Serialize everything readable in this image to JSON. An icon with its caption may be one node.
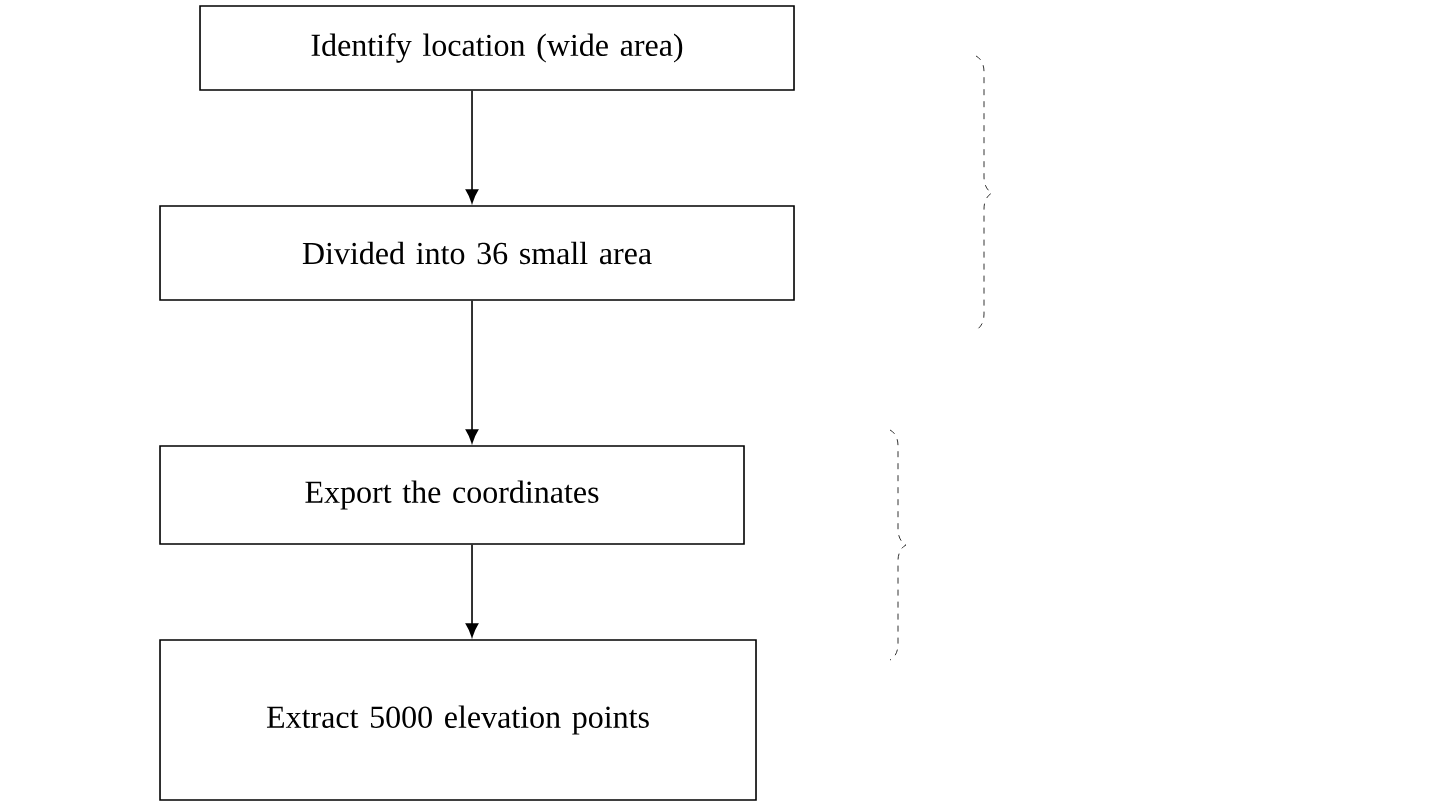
{
  "diagram": {
    "nodes": [
      {
        "text": [
          "Identify location (wide area)"
        ]
      },
      {
        "text": [
          "Divided into 36 small area"
        ]
      },
      {
        "text": [
          "Export the coordinates"
        ]
      },
      {
        "text": [
          "Extract 5000 elevation points"
        ]
      }
    ],
    "edges": [
      {
        "from": 0,
        "to": 1,
        "arrow": "to"
      },
      {
        "from": 1,
        "to": 2,
        "arrow": "to"
      },
      {
        "from": 2,
        "to": 3,
        "arrow": "to"
      }
    ]
  }
}
